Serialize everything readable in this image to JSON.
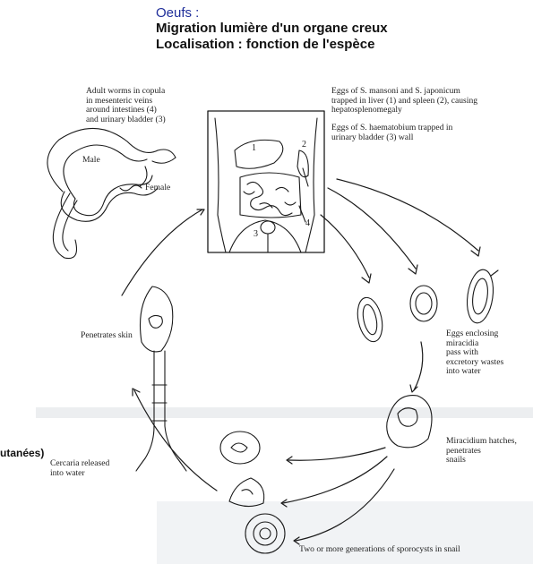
{
  "header": {
    "line1": "Oeufs :",
    "line2": "Migration lumière d'un organe creux",
    "line3": "Localisation : fonction de l'espèce"
  },
  "side_fragment": "utanées)",
  "labels": {
    "adult_worms": "Adult worms in copula\nin mesenteric veins\naround intestines (4)\nand urinary bladder (3)",
    "eggs_mansoni": "Eggs of S. mansoni and S. japonicum\ntrapped in liver (1) and spleen (2), causing\nhepatosplenomegaly",
    "eggs_haematobium": "Eggs of S. haematobium trapped in\nurinary bladder (3) wall",
    "male": "Male",
    "female": "Female",
    "penetrates_skin": "Penetrates skin",
    "eggs_enclosing": "Eggs enclosing\nmiracidia\npass with\nexcretory wastes\ninto water",
    "miracidium": "Miracidium hatches,\npenetrates\nsnails",
    "cercaria": "Cercaria released\ninto water",
    "sporocysts": "Two or more generations of sporocysts in snail"
  },
  "organ_numbers": [
    "1",
    "2",
    "3",
    "4"
  ],
  "colors": {
    "header_blue": "#1f2e9a",
    "ink": "#1a1a1a",
    "scan_band": "#eceef0"
  }
}
